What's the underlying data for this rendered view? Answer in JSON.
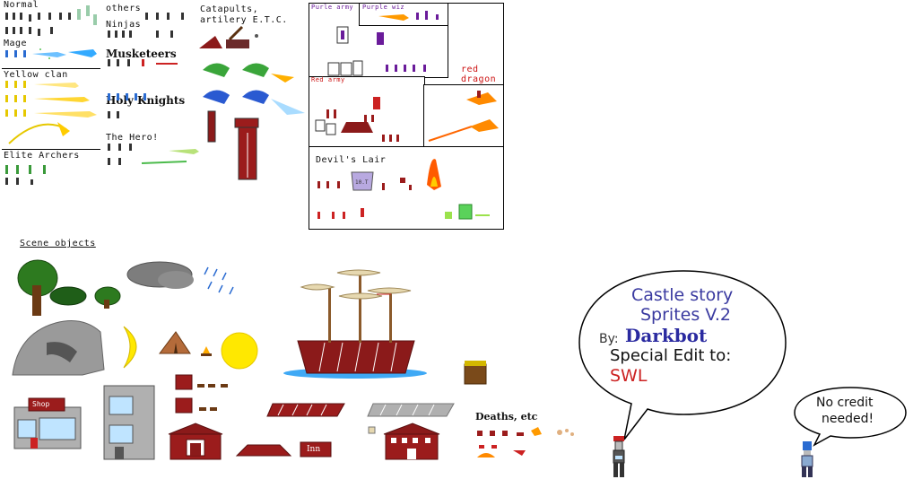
{
  "labels": {
    "normal": "Normal",
    "mage": "Mage",
    "yellow_clan": "Yellow clan",
    "elite_archers": "Elite Archers",
    "others": "others",
    "ninjas": "Ninjas",
    "musketeers": "Musketeers",
    "holy_knights": "Holy Knights",
    "the_hero": "The Hero!",
    "catapults_line1": "Catapults,",
    "catapults_line2": "artilery E.T.C.",
    "purple_army": "Purle army",
    "purple_wiz": "Purple wiz",
    "red_army": "Red army",
    "red_dragon_line1": "red",
    "red_dragon_line2": "dragon",
    "devils_lair": "Devil's Lair",
    "scene_objects": "Scene objects",
    "deaths": "Deaths, etc",
    "shop_sign": "Shop",
    "inn_sign": "Inn",
    "tower_sign": "10.T"
  },
  "title_bubble": {
    "line1": "Castle story",
    "line2": "Sprites V.2",
    "by_label": "By:",
    "author": "Darkbot",
    "special_edit": "Special Edit to:",
    "edit_name": "SWL"
  },
  "credit_bubble": {
    "line1": "No credit",
    "line2": "needed!"
  },
  "colors": {
    "ship_hull": "#8b1a1a",
    "building_red": "#9b1c1c",
    "sun": "#ffe800",
    "tree_green": "#2d7a1f",
    "title_blue": "#3a3aa0",
    "edit_red": "#cc2222",
    "water": "#3fa9f5"
  }
}
